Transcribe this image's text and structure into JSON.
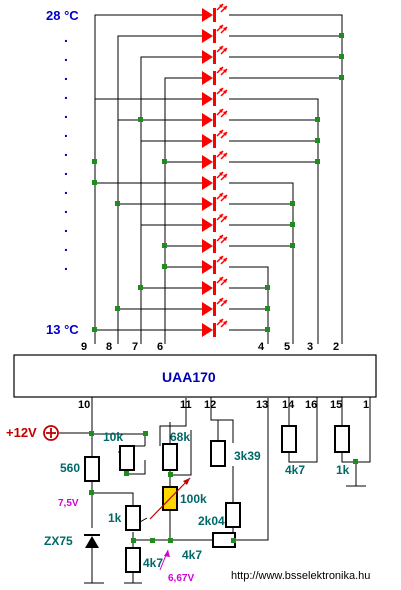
{
  "ic": {
    "name": "UAA170"
  },
  "temps": {
    "top": "28 °C",
    "bottom": "13 °C",
    "ellipsis": ". . . . . . . . . . . . ."
  },
  "top_pins": {
    "p9": "9",
    "p8": "8",
    "p7": "7",
    "p6": "6",
    "p4": "4",
    "p5": "5",
    "p3": "3",
    "p2": "2"
  },
  "bottom_pins": {
    "p10": "10",
    "p11": "11",
    "p12": "12",
    "p13": "13",
    "p14": "14",
    "p16": "16",
    "p15": "15",
    "p1": "1"
  },
  "supply": {
    "label": "+12V"
  },
  "components": {
    "r560": "560",
    "r10k": "10k",
    "r68k": "68k",
    "r3k39": "3k39",
    "r100k": "100k",
    "r1k_trim": "1k",
    "r2k04": "2k04",
    "r4k7_low": "4k7",
    "r4k7_mid": "4k7",
    "r4k7_right": "4k7",
    "r1k_right": "1k",
    "zener": "ZX75"
  },
  "voltages": {
    "v1": "7,5V",
    "v2": "6,67V"
  },
  "credit": "http://www.bsselektronika.hu",
  "colors": {
    "wire": "#000000",
    "led": "#ff0000",
    "node": "#1e8c1e",
    "ptc": "#ffd700",
    "label_blue": "#0000c8",
    "label_teal": "#006868",
    "label_magenta": "#d000d0"
  },
  "led_count": 16
}
